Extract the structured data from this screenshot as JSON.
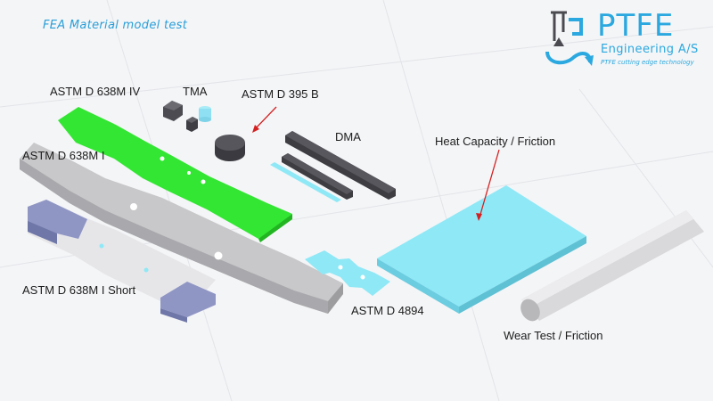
{
  "slide": {
    "title": "FEA Material model test"
  },
  "logo": {
    "word": "PTFE",
    "subtitle": "Engineering A/S",
    "tagline": "PTFE cutting edge technology"
  },
  "labels": {
    "astm_d638m_iv": "ASTM D 638M IV",
    "tma": "TMA",
    "astm_d395b": "ASTM D 395 B",
    "astm_d638m_i": "ASTM D 638M I",
    "dma": "DMA",
    "heat_capacity": "Heat Capacity / Friction",
    "astm_d638m_i_short": "ASTM D 638M I Short",
    "astm_d4894": "ASTM D 4894",
    "wear_test": "Wear Test / Friction"
  },
  "colors": {
    "brand": "#2aa8df",
    "green_specimen": "#33e633",
    "gray_specimen": "#c8c8ca",
    "cyan_specimen": "#8fe8f6",
    "dark_specimen": "#3d3d42",
    "blue_tab": "#8f96c4",
    "arrow": "#d42020"
  }
}
